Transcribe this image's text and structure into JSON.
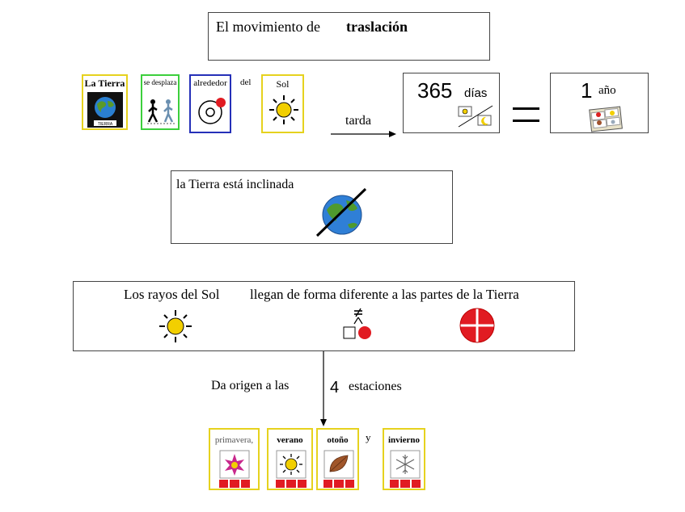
{
  "title": {
    "prefix": "El movimiento de",
    "bold": "traslación"
  },
  "pictos": [
    {
      "label": "La Tierra",
      "sublabel": "TIERRA",
      "icon": "earth-icon",
      "color": "#e6d21e"
    },
    {
      "label": "se desplaza",
      "icon": "walking-people-icon",
      "color": "#3ccf3c"
    },
    {
      "label": "alrededor",
      "icon": "orbit-icon",
      "color": "#2530b8"
    },
    {
      "label": "del"
    },
    {
      "label": "Sol",
      "icon": "sun-icon",
      "color": "#e6d21e"
    }
  ],
  "tarda": "tarda",
  "days_box": {
    "number": "365",
    "unit": "días",
    "icon": "day-night-icon"
  },
  "equals": "=",
  "year_box": {
    "number": "1",
    "unit": "año",
    "icon": "calendar-icon"
  },
  "inclined_box": {
    "text": "la Tierra está inclinada",
    "icon": "tilted-earth-icon"
  },
  "rays_box": {
    "text_a": "Los rayos del Sol",
    "text_b": "llegan de forma diferente a las partes de la Tierra",
    "icons": [
      "sun-icon",
      "different-icon",
      "divided-circle-icon"
    ]
  },
  "origin": {
    "text": "Da origen a las",
    "number": "4",
    "word": "estaciones"
  },
  "seasons": [
    {
      "label": "primavera,",
      "icon": "flower-icon"
    },
    {
      "label": "verano",
      "icon": "sun-icon"
    },
    {
      "label": "otoño",
      "icon": "leaf-icon"
    },
    {
      "label": "invierno",
      "icon": "snowflake-icon"
    }
  ],
  "conjunction": "y",
  "colors": {
    "yellow": "#f2cf00",
    "red": "#e11b22",
    "border": "#444444"
  }
}
